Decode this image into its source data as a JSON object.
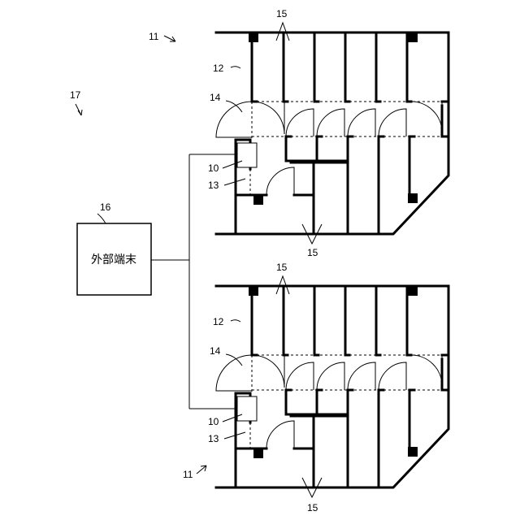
{
  "labels": {
    "system": "17",
    "terminal_ref": "16",
    "terminal_text": "外部端末",
    "floor_top": "11",
    "floor_bottom": "11",
    "top": {
      "corridor": "12",
      "door": "14",
      "sensor": "10",
      "room": "13",
      "unit_upper": "15",
      "unit_lower": "15"
    },
    "bottom": {
      "corridor": "12",
      "door": "14",
      "sensor": "10",
      "room": "13",
      "unit_upper": "15",
      "unit_lower": "15"
    }
  }
}
